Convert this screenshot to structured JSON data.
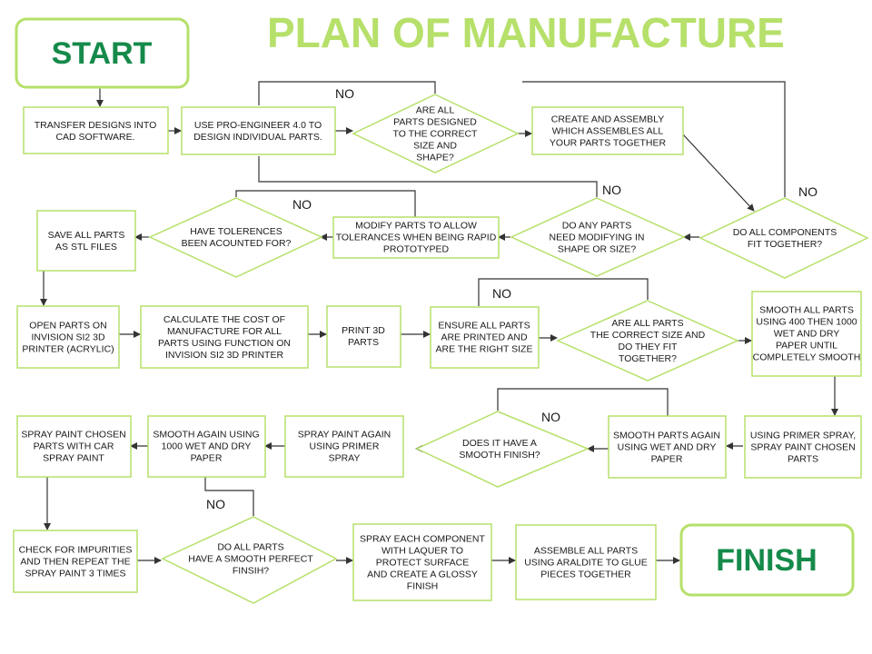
{
  "title": "PLAN OF MANUFACTURE",
  "start": "START",
  "finish": "FINISH",
  "no_label": "NO",
  "colors": {
    "border": "#b6e06a",
    "title": "#b6e06a",
    "terminal_text": "#158a4a",
    "line": "#333333"
  },
  "nodes": {
    "transfer": [
      "TRANSFER DESIGNS INTO",
      "CAD SOFTWARE."
    ],
    "proe": [
      "USE PRO-ENGINEER 4.0 TO",
      "DESIGN INDIVIDUAL PARTS."
    ],
    "q_designed": [
      "ARE ALL",
      "PARTS DESIGNED",
      "TO THE CORRECT",
      "SIZE AND",
      "SHAPE?"
    ],
    "assembly": [
      "CREATE AND ASSEMBLY",
      "WHICH ASSEMBLES ALL",
      "YOUR PARTS TOGETHER"
    ],
    "q_fit": [
      "DO ALL COMPONENTS",
      "FIT TOGETHER?"
    ],
    "q_modify": [
      "DO ANY PARTS",
      "NEED MODIFYING IN",
      "SHAPE OR SIZE?"
    ],
    "modify": [
      "MODIFY PARTS TO ALLOW",
      "TOLERANCES WHEN BEING RAPID",
      "PROTOTYPED"
    ],
    "q_tolerences": [
      "HAVE TOLERENCES",
      "BEEN ACOUNTED FOR?"
    ],
    "save_stl": [
      "SAVE ALL PARTS",
      "AS STL FILES"
    ],
    "open_parts": [
      "OPEN PARTS ON",
      "INVISION SI2 3D",
      "PRINTER (ACRYLIC)"
    ],
    "calculate": [
      "CALCULATE THE COST OF",
      "MANUFACTURE FOR ALL",
      "PARTS USING FUNCTION ON",
      "INVISION SI2 3D PRINTER"
    ],
    "print3d": [
      "PRINT 3D",
      "PARTS"
    ],
    "ensure": [
      "ENSURE ALL PARTS",
      "ARE PRINTED AND",
      "ARE THE RIGHT SIZE"
    ],
    "q_printed": [
      "ARE ALL PARTS",
      "THE CORRECT SIZE AND",
      "DO THEY FIT",
      "TOGETHER?"
    ],
    "smooth400": [
      "SMOOTH ALL PARTS",
      "USING 400 THEN 1000",
      "WET AND DRY",
      "PAPER UNTIL",
      "COMPLETELY SMOOTH"
    ],
    "primer1": [
      "USING PRIMER SPRAY,",
      "SPRAY PAINT CHOSEN",
      "PARTS"
    ],
    "smooth_again": [
      "SMOOTH PARTS AGAIN",
      "USING WET AND DRY",
      "PAPER"
    ],
    "q_smooth": [
      "DOES IT HAVE A",
      "SMOOTH FINISH?"
    ],
    "primer2": [
      "SPRAY PAINT AGAIN",
      "USING PRIMER",
      "SPRAY"
    ],
    "smooth1000": [
      "SMOOTH AGAIN USING",
      "1000 WET AND DRY",
      "PAPER"
    ],
    "carpaint": [
      "SPRAY PAINT CHOSEN",
      "PARTS WITH CAR",
      "SPRAY PAINT"
    ],
    "check": [
      "CHECK FOR IMPURITIES",
      "AND THEN REPEAT THE",
      "SPRAY PAINT 3 TIMES"
    ],
    "q_perfect": [
      "DO ALL PARTS",
      "HAVE A SMOOTH PERFECT",
      "FINSIH?"
    ],
    "laquer": [
      "SPRAY EACH COMPONENT",
      "WITH LAQUER TO",
      "PROTECT SURFACE",
      "AND CREATE A GLOSSY",
      "FINISH"
    ],
    "assemble": [
      "ASSEMBLE ALL PARTS",
      "USING ARALDITE TO GLUE",
      "PIECES TOGETHER"
    ]
  }
}
